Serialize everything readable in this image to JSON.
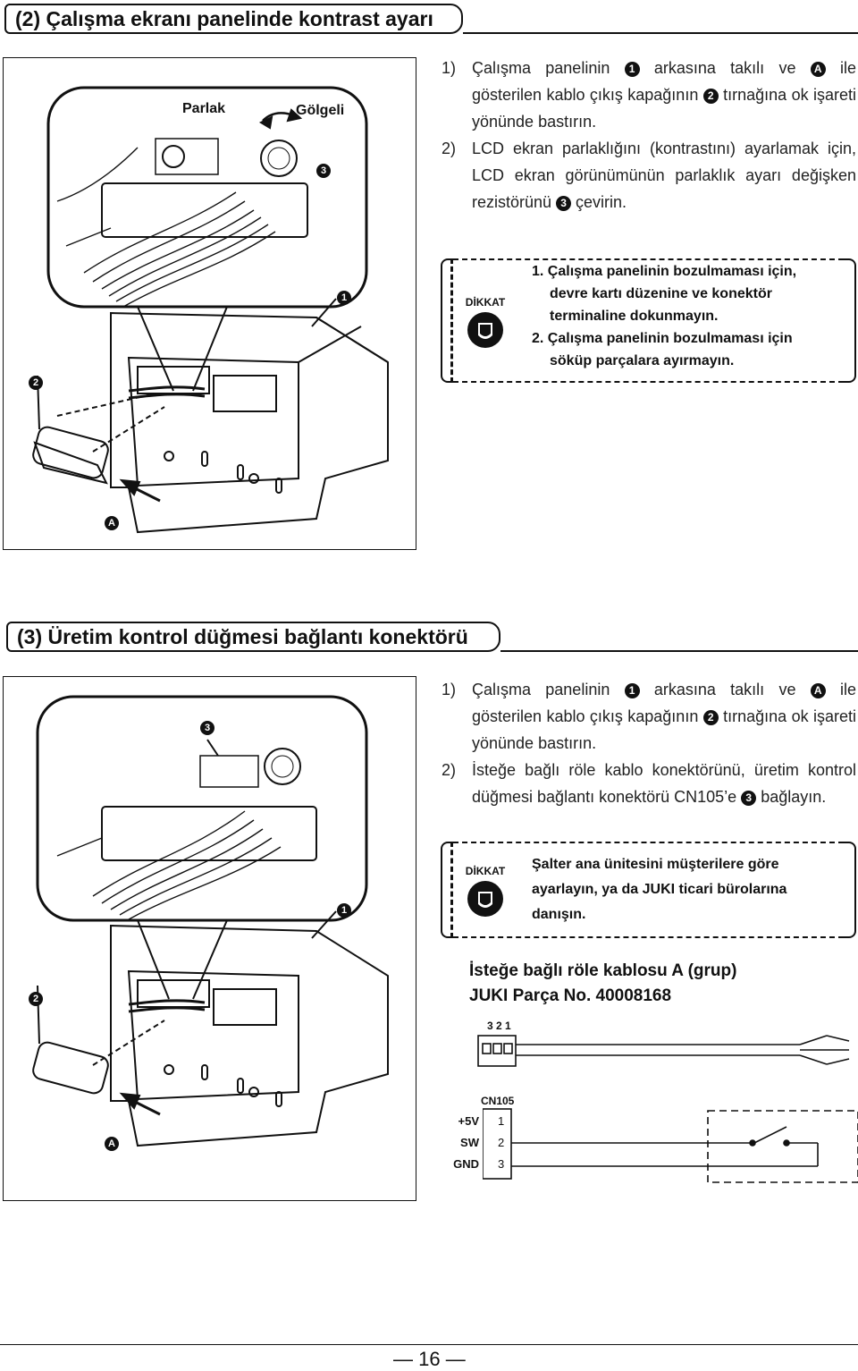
{
  "section2": {
    "title": "(2) Çalışma ekranı panelinde kontrast ayarı",
    "figure": {
      "label_bright": "Parlak",
      "label_shadow": "Gölgeli",
      "callout_1": "1",
      "callout_2": "2",
      "callout_3": "3",
      "callout_a": "A"
    },
    "steps": [
      {
        "num": "1)",
        "parts": [
          "Çalışma panelinin ",
          "1",
          " arkasına takılı ve ",
          "A",
          " ile gösterilen kablo çıkış kapağının ",
          "2",
          " tırnağına ok işareti yönünde bastırın."
        ]
      },
      {
        "num": "2)",
        "parts": [
          "LCD ekran parlaklığını (kontrastını) ayarlamak için, LCD ekran görünümünün parlaklık ayarı değişken rezistörünü ",
          "3",
          " çevirin."
        ]
      }
    ],
    "caution": {
      "icon_label": "DİKKAT",
      "lines": [
        "1. Çalışma panelinin bozulmaması için,",
        "devre kartı düzenine ve konektör",
        "terminaline dokunmayın.",
        "2. Çalışma panelinin bozulmaması için",
        "söküp parçalara ayırmayın."
      ]
    }
  },
  "section3": {
    "title": "(3) Üretim kontrol düğmesi bağlantı konektörü",
    "figure": {
      "callout_1": "1",
      "callout_2": "2",
      "callout_3": "3",
      "callout_a": "A"
    },
    "steps": [
      {
        "num": "1)",
        "parts": [
          "Çalışma panelinin ",
          "1",
          " arkasına takılı ve ",
          "A",
          " ile gösterilen kablo çıkış kapağının ",
          "2",
          " tırnağına ok işareti yönünde bastırın."
        ]
      },
      {
        "num": "2)",
        "parts": [
          "İsteğe bağlı röle kablo konektörünü, üretim kontrol düğmesi bağlantı konektörü CN105’e ",
          "3",
          " bağlayın."
        ]
      }
    ],
    "caution": {
      "icon_label": "DİKKAT",
      "lines": [
        "Şalter ana ünitesini müşterilere göre",
        "ayarlayın, ya da JUKI ticari bürolarına",
        "danışın."
      ]
    },
    "optional_cable": {
      "title": "İsteğe bağlı röle kablosu A (grup)",
      "part_no": "JUKI Parça No. 40008168",
      "connector_pins": "3 2 1",
      "cn_label": "CN105",
      "pins": [
        {
          "signal": "+5V",
          "num": "1"
        },
        {
          "signal": "SW",
          "num": "2"
        },
        {
          "signal": "GND",
          "num": "3"
        }
      ]
    }
  },
  "footer": {
    "page_number": "16"
  }
}
